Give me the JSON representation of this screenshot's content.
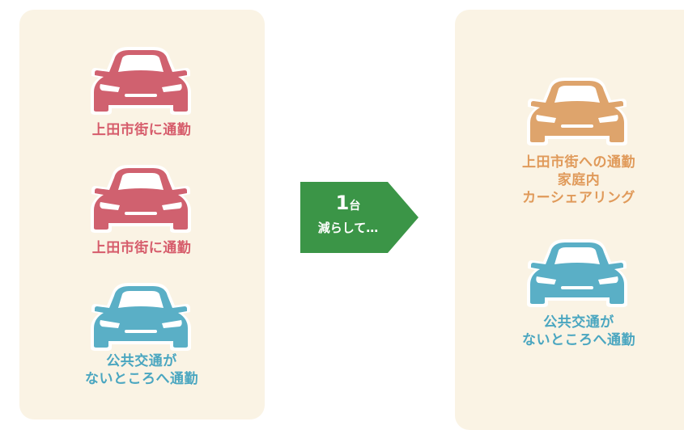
{
  "colors": {
    "panel": "#faf3e4",
    "red_car": "#d0616f",
    "orange_car": "#dea46c",
    "blue_car": "#5aafc6",
    "arrow": "#3b9547",
    "red_text": "#d65c6b",
    "orange_text": "#e09a5a",
    "blue_text": "#4aa6c0"
  },
  "before": {
    "cars": [
      {
        "icon": "car-icon",
        "color": "red",
        "label": "上田市街に通勤"
      },
      {
        "icon": "car-icon",
        "color": "red",
        "label": "上田市街に通勤"
      },
      {
        "icon": "car-icon",
        "color": "blue",
        "label_line1": "公共交通が",
        "label_line2": "ないところへ通勤"
      }
    ]
  },
  "arrow": {
    "number": "1",
    "unit": "台",
    "text": "減らして…"
  },
  "after": {
    "cars": [
      {
        "icon": "car-icon",
        "color": "orange",
        "label_line1": "上田市街への通勤",
        "label_line2": "家庭内",
        "label_line3": "カーシェアリング"
      },
      {
        "icon": "car-icon",
        "color": "blue",
        "label_line1": "公共交通が",
        "label_line2": "ないところへ通勤"
      }
    ]
  }
}
